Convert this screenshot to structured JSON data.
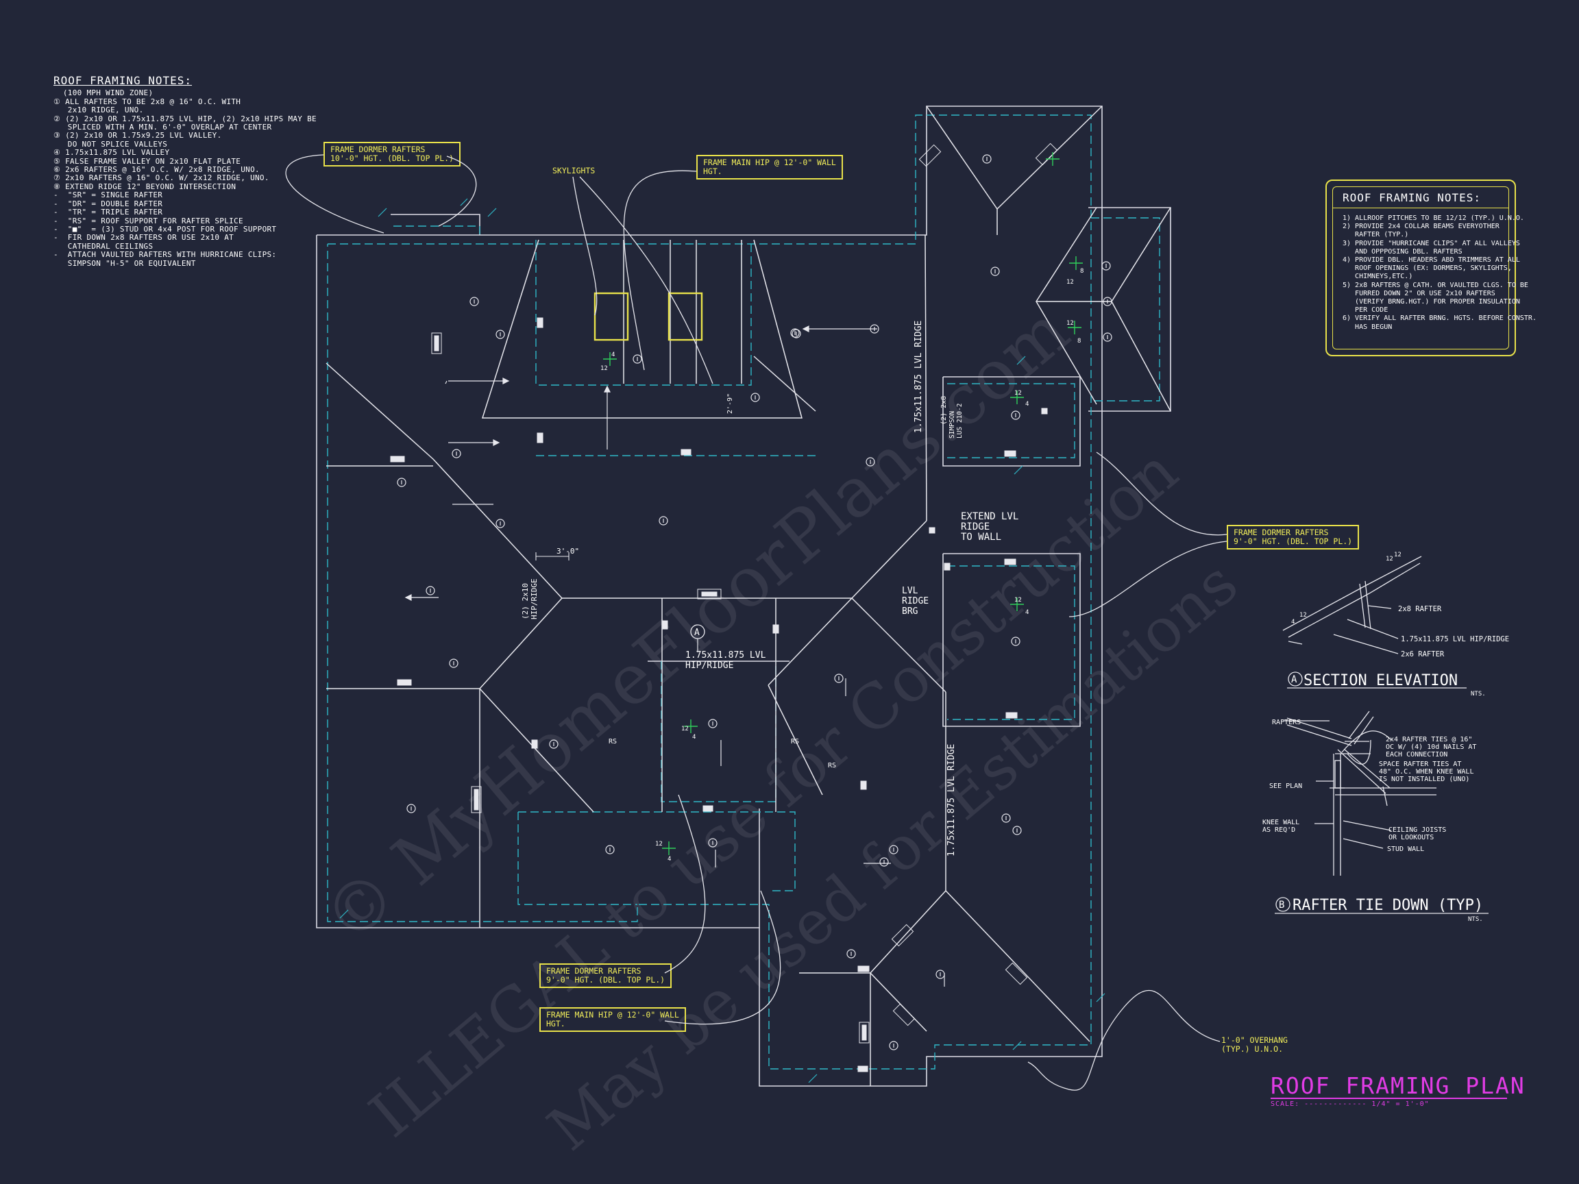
{
  "notes_left": {
    "title": "ROOF FRAMING NOTES:",
    "lines": [
      "  (100 MPH WIND ZONE)",
      "① ALL RAFTERS TO BE 2x8 @ 16\" O.C. WITH",
      "   2x10 RIDGE, UNO.",
      "② (2) 2x10 OR 1.75x11.875 LVL HIP, (2) 2x10 HIPS MAY BE",
      "   SPLICED WITH A MIN. 6'-0\" OVERLAP AT CENTER",
      "③ (2) 2x10 OR 1.75x9.25 LVL VALLEY.",
      "   DO NOT SPLICE VALLEYS",
      "④ 1.75x11.875 LVL VALLEY",
      "⑤ FALSE FRAME VALLEY ON 2x10 FLAT PLATE",
      "⑥ 2x6 RAFTERS @ 16\" O.C. W/ 2x8 RIDGE, UNO.",
      "⑦ 2x10 RAFTERS @ 16\" O.C. W/ 2x12 RIDGE, UNO.",
      "⑧ EXTEND RIDGE 12\" BEYOND INTERSECTION",
      "-  \"SR\" = SINGLE RAFTER",
      "-  \"DR\" = DOUBLE RAFTER",
      "-  \"TR\" = TRIPLE RAFTER",
      "-  \"RS\" = ROOF SUPPORT FOR RAFTER SPLICE",
      "-  \"■\"  = (3) STUD OR 4x4 POST FOR ROOF SUPPORT",
      "-  FIR DOWN 2x8 RAFTERS OR USE 2x10 AT",
      "   CATHEDRAL CEILINGS",
      "-  ATTACH VAULTED RAFTERS WITH HURRICANE CLIPS:",
      "   SIMPSON \"H-5\" OR EQUIVALENT"
    ]
  },
  "notes_right": {
    "title": "ROOF FRAMING NOTES:",
    "lines": [
      "1) ALLROOF PITCHES TO BE 12/12 (TYP.) U.N.O.",
      "2) PROVIDE 2x4 COLLAR BEAMS EVERYOTHER",
      "   RAFTER (TYP.)",
      "3) PROVIDE \"HURRICANE CLIPS\" AT ALL VALLEYS",
      "   AND OPPPOSING DBL. RAFTERS",
      "4) PROVIDE DBL. HEADERS ABD TRIMMERS AT ALL",
      "   ROOF OPENINGS (EX: DORMERS, SKYLIGHTS,",
      "   CHIMNEYS,ETC.)",
      "5) 2x8 RAFTERS @ CATH. OR VAULTED CLGS. TO BE",
      "   FURRED DOWN 2\" OR USE 2x10 RAFTERS",
      "   (VERIFY BRNG.HGT.) FOR PROPER INSULATION",
      "   PER CODE",
      "6) VERIFY ALL RAFTER BRNG. HGTS. BEFORE CONSTR.",
      "   HAS BEGUN"
    ]
  },
  "callouts": {
    "dormer_top_left": "FRAME DORMER RAFTERS\n10'-0\" HGT. (DBL. TOP PL.)",
    "skylights": "SKYLIGHTS",
    "main_hip_top": "FRAME MAIN HIP @ 12'-0\" WALL\nHGT.",
    "dormer_right": "FRAME DORMER RAFTERS\n9'-0\" HGT. (DBL. TOP PL.)",
    "dormer_bottom": "FRAME DORMER RAFTERS\n9'-0\" HGT. (DBL. TOP PL.)",
    "main_hip_bottom": "FRAME MAIN HIP @ 12'-0\" WALL\nHGT.",
    "overhang": "1'-0\" OVERHANG\n(TYP.) U.N.O."
  },
  "plan_labels": {
    "ridge_upper": "1.75x11.875 LVL RIDGE",
    "ridge_lower": "1.75x11.875 LVL RIDGE",
    "hip_ridge": "1.75x11.875 LVL\nHIP/RIDGE",
    "extend_lvl": "EXTEND LVL\nRIDGE\nTO WALL",
    "lvl_ridge_brg": "LVL\nRIDGE\nBRG",
    "hip_ridge_vertical": "(2) 2x10\nHIP/RIDGE",
    "simpson": "SIMPSON\nLUS 210-2",
    "two_2x8": "(2) 2x8",
    "dim_3ft": "3'-0\"",
    "dim_2ft9": "2'-9\"",
    "rs": "RS",
    "section_mark": "A",
    "pitch_12": "12",
    "pitch_4": "4",
    "pitch_8": "8"
  },
  "section_a": {
    "title": "SECTION ELEVATION",
    "letter": "A",
    "nts": "NTS.",
    "labels": [
      "2x8 RAFTER",
      "1.75x11.875 LVL HIP/RIDGE",
      "2x6 RAFTER"
    ]
  },
  "section_b": {
    "title": "RAFTER TIE DOWN (TYP)",
    "letter": "B",
    "nts": "NTS.",
    "labels": [
      "RAFTERS",
      "2x4 RAFTER TIES @ 16\"\nOC W/ (4) 10d NAILS AT\nEACH CONNECTION",
      "SPACE RAFTER TIES AT\n48\" O.C. WHEN KNEE WALL\nIS NOT INSTALLED (UNO)",
      "SEE PLAN",
      "KNEE WALL\nAS REQ'D",
      "CEILING JOISTS\nOR LOOKOUTS",
      "STUD WALL"
    ]
  },
  "title_block": {
    "title": "ROOF FRAMING PLAN",
    "scale": "SCALE: ------------- 1/4\" = 1'-0\""
  },
  "watermark": {
    "line1": "© MyHomeFloorPlans.com",
    "line2": "ILLEGAL to use for Construction",
    "line3": "May be used for Estimations"
  },
  "colors": {
    "background": "#222638",
    "linework": "#e8e8ee",
    "dashed": "#2fb8c8",
    "callout": "#e9e24a",
    "title": "#e23ce6",
    "pitch": "#2fd05a"
  }
}
